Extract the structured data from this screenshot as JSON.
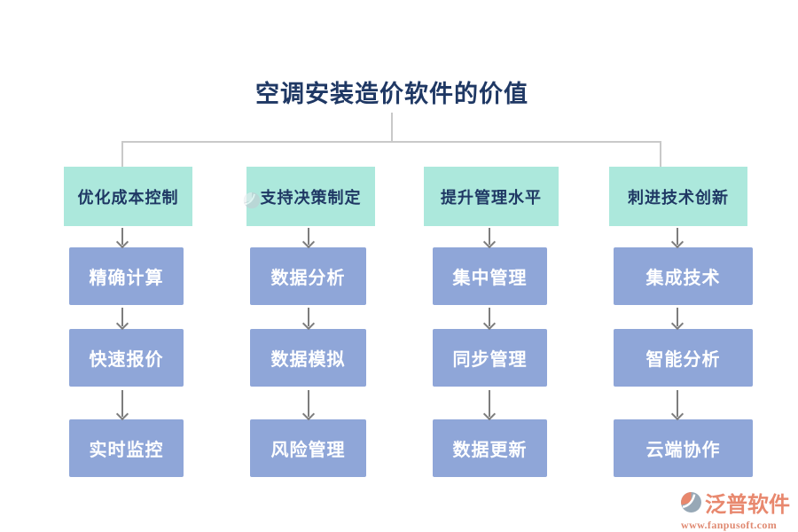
{
  "title": "空调安装造价软件的价值",
  "columns": [
    {
      "header": "优化成本控制",
      "items": [
        "精确计算",
        "快速报价",
        "实时监控"
      ]
    },
    {
      "header": "支持决策制定",
      "items": [
        "数据分析",
        "数据模拟",
        "风险管理"
      ]
    },
    {
      "header": "提升管理水平",
      "items": [
        "集中管理",
        "同步管理",
        "数据更新"
      ]
    },
    {
      "header": "刺进技术创新",
      "items": [
        "集成技术",
        "智能分析",
        "云端协作"
      ]
    }
  ],
  "brand": {
    "name": "泛普软件",
    "website": "www.fanpusoft.com"
  },
  "icons": {
    "brand_logo": "fanpu-circle-swoosh-logo",
    "header_watermark": "fanpu-logo-watermark"
  },
  "colors": {
    "title_text": "#1f3864",
    "header_bg": "#ace8dc",
    "header_text": "#1f3864",
    "node_bg": "#8fa6d8",
    "node_text": "#ffffff",
    "arrow": "#7d7d7d",
    "connector": "#c9c9c9",
    "brand_text": "#e8886e"
  }
}
